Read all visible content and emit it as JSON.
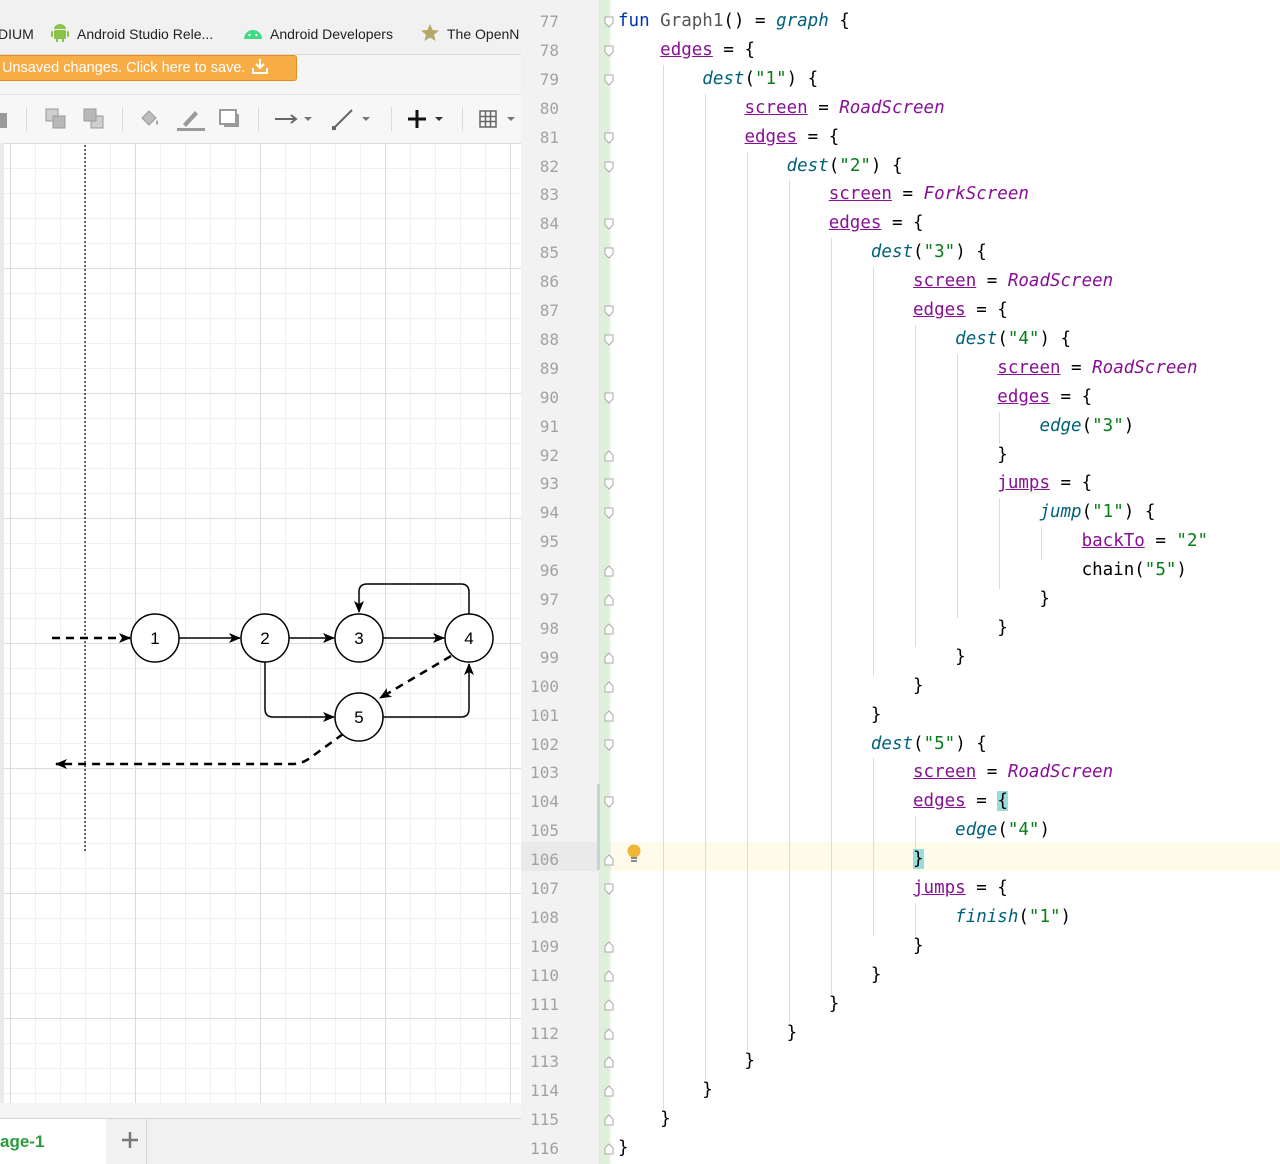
{
  "browser": {
    "bookmarks": [
      {
        "label": "DIUM",
        "icon": "none"
      },
      {
        "label": "Android Studio Rele...",
        "icon": "android-icon"
      },
      {
        "label": "Android Developers",
        "icon": "android-head-icon"
      },
      {
        "label": "The OpenN",
        "icon": "star-icon"
      }
    ]
  },
  "drawio": {
    "unsaved_banner": "Unsaved changes. Click here to save.",
    "page_tab": "age-1",
    "add_page": "+",
    "nodes": [
      "1",
      "2",
      "3",
      "4",
      "5"
    ]
  },
  "editor": {
    "line_numbers": [
      "77",
      "78",
      "79",
      "80",
      "81",
      "82",
      "83",
      "84",
      "85",
      "86",
      "87",
      "88",
      "89",
      "90",
      "91",
      "92",
      "93",
      "94",
      "95",
      "96",
      "97",
      "98",
      "99",
      "100",
      "101",
      "102",
      "103",
      "104",
      "105",
      "106",
      "107",
      "108",
      "109",
      "110",
      "111",
      "112",
      "113",
      "114",
      "115",
      "116"
    ],
    "lines": [
      [
        {
          "t": "fun ",
          "c": "k"
        },
        {
          "t": "Graph1",
          "c": "fnd"
        },
        {
          "t": "() = "
        },
        {
          "t": "graph",
          "c": "fn"
        },
        {
          "t": " {"
        }
      ],
      [
        {
          "t": "    "
        },
        {
          "t": "edges",
          "c": "pr"
        },
        {
          "t": " = {"
        }
      ],
      [
        {
          "t": "        "
        },
        {
          "t": "dest",
          "c": "fn"
        },
        {
          "t": "("
        },
        {
          "t": "\"1\"",
          "c": "str"
        },
        {
          "t": ") {"
        }
      ],
      [
        {
          "t": "            "
        },
        {
          "t": "screen",
          "c": "pr"
        },
        {
          "t": " = "
        },
        {
          "t": "RoadScreen",
          "c": "obj"
        }
      ],
      [
        {
          "t": "            "
        },
        {
          "t": "edges",
          "c": "pr"
        },
        {
          "t": " = {"
        }
      ],
      [
        {
          "t": "                "
        },
        {
          "t": "dest",
          "c": "fn"
        },
        {
          "t": "("
        },
        {
          "t": "\"2\"",
          "c": "str"
        },
        {
          "t": ") {"
        }
      ],
      [
        {
          "t": "                    "
        },
        {
          "t": "screen",
          "c": "pr"
        },
        {
          "t": " = "
        },
        {
          "t": "ForkScreen",
          "c": "obj"
        }
      ],
      [
        {
          "t": "                    "
        },
        {
          "t": "edges",
          "c": "pr"
        },
        {
          "t": " = {"
        }
      ],
      [
        {
          "t": "                        "
        },
        {
          "t": "dest",
          "c": "fn"
        },
        {
          "t": "("
        },
        {
          "t": "\"3\"",
          "c": "str"
        },
        {
          "t": ") {"
        }
      ],
      [
        {
          "t": "                            "
        },
        {
          "t": "screen",
          "c": "pr"
        },
        {
          "t": " = "
        },
        {
          "t": "RoadScreen",
          "c": "obj"
        }
      ],
      [
        {
          "t": "                            "
        },
        {
          "t": "edges",
          "c": "pr"
        },
        {
          "t": " = {"
        }
      ],
      [
        {
          "t": "                                "
        },
        {
          "t": "dest",
          "c": "fn"
        },
        {
          "t": "("
        },
        {
          "t": "\"4\"",
          "c": "str"
        },
        {
          "t": ") {"
        }
      ],
      [
        {
          "t": "                                    "
        },
        {
          "t": "screen",
          "c": "pr"
        },
        {
          "t": " = "
        },
        {
          "t": "RoadScreen",
          "c": "obj"
        }
      ],
      [
        {
          "t": "                                    "
        },
        {
          "t": "edges",
          "c": "pr"
        },
        {
          "t": " = {"
        }
      ],
      [
        {
          "t": "                                        "
        },
        {
          "t": "edge",
          "c": "fn"
        },
        {
          "t": "("
        },
        {
          "t": "\"3\"",
          "c": "str"
        },
        {
          "t": ")"
        }
      ],
      [
        {
          "t": "                                    }"
        }
      ],
      [
        {
          "t": "                                    "
        },
        {
          "t": "jumps",
          "c": "pr"
        },
        {
          "t": " = {"
        }
      ],
      [
        {
          "t": "                                        "
        },
        {
          "t": "jump",
          "c": "fn"
        },
        {
          "t": "("
        },
        {
          "t": "\"1\"",
          "c": "str"
        },
        {
          "t": ") {"
        }
      ],
      [
        {
          "t": "                                            "
        },
        {
          "t": "backTo",
          "c": "pr"
        },
        {
          "t": " = "
        },
        {
          "t": "\"2\"",
          "c": "str"
        }
      ],
      [
        {
          "t": "                                            chain("
        },
        {
          "t": "\"5\"",
          "c": "str"
        },
        {
          "t": ")"
        }
      ],
      [
        {
          "t": "                                        }"
        }
      ],
      [
        {
          "t": "                                    }"
        }
      ],
      [
        {
          "t": "                                }"
        }
      ],
      [
        {
          "t": "                            }"
        }
      ],
      [
        {
          "t": "                        }"
        }
      ],
      [
        {
          "t": "                        "
        },
        {
          "t": "dest",
          "c": "fn"
        },
        {
          "t": "("
        },
        {
          "t": "\"5\"",
          "c": "str"
        },
        {
          "t": ") {"
        }
      ],
      [
        {
          "t": "                            "
        },
        {
          "t": "screen",
          "c": "pr"
        },
        {
          "t": " = "
        },
        {
          "t": "RoadScreen",
          "c": "obj"
        }
      ],
      [
        {
          "t": "                            "
        },
        {
          "t": "edges",
          "c": "pr"
        },
        {
          "t": " = "
        },
        {
          "t": "{",
          "c": "brh"
        }
      ],
      [
        {
          "t": "                                "
        },
        {
          "t": "edge",
          "c": "fn"
        },
        {
          "t": "("
        },
        {
          "t": "\"4\"",
          "c": "str"
        },
        {
          "t": ")"
        }
      ],
      [
        {
          "t": "                            "
        },
        {
          "t": "}",
          "c": "brh"
        }
      ],
      [
        {
          "t": "                            "
        },
        {
          "t": "jumps",
          "c": "pr"
        },
        {
          "t": " = {"
        }
      ],
      [
        {
          "t": "                                "
        },
        {
          "t": "finish",
          "c": "fn"
        },
        {
          "t": "("
        },
        {
          "t": "\"1\"",
          "c": "str"
        },
        {
          "t": ")"
        }
      ],
      [
        {
          "t": "                            }"
        }
      ],
      [
        {
          "t": "                        }"
        }
      ],
      [
        {
          "t": "                    }"
        }
      ],
      [
        {
          "t": "                }"
        }
      ],
      [
        {
          "t": "            }"
        }
      ],
      [
        {
          "t": "        }"
        }
      ],
      [
        {
          "t": "    }"
        }
      ],
      [
        {
          "t": "}"
        }
      ]
    ]
  }
}
